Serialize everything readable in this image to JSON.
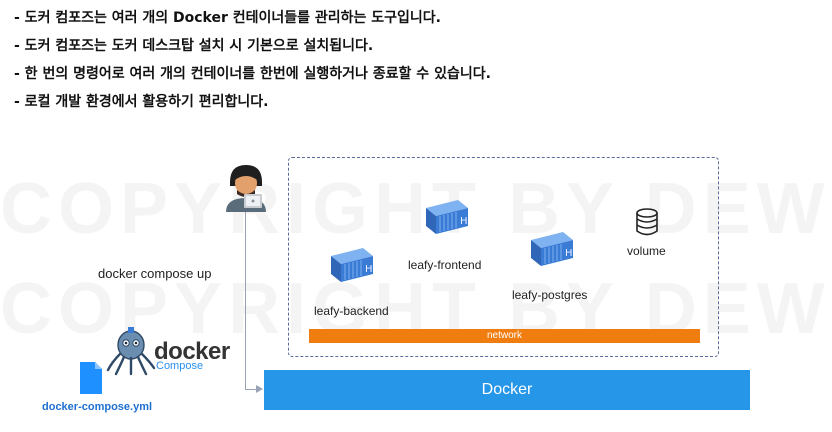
{
  "bullets": [
    "- 도커 컴포즈는 여러 개의 Docker 컨테이너들를 관리하는 도구입니다.",
    "- 도커 컴포즈는 도커 데스크탑 설치 시 기본으로 설치됩니다.",
    "- 한 번의 명령어로 여러 개의 컨테이너를 한번에 실행하거나 종료할 수 있습니다.",
    "- 로컬 개발 환경에서 활용하기 편리합니다."
  ],
  "watermark": "COPYRIGHT BY DEW",
  "command": "docker compose up",
  "containers": {
    "backend": "leafy-backend",
    "frontend": "leafy-frontend",
    "postgres": "leafy-postgres",
    "volume": "volume"
  },
  "network_label": "network",
  "docker_label": "Docker",
  "compose_logo": {
    "word": "docker",
    "sub": "Compose"
  },
  "file_label": "docker-compose.yml",
  "colors": {
    "network": "#f07d0f",
    "docker": "#2596e8",
    "container": "#3a7bd5",
    "file": "#1f6fd1"
  }
}
